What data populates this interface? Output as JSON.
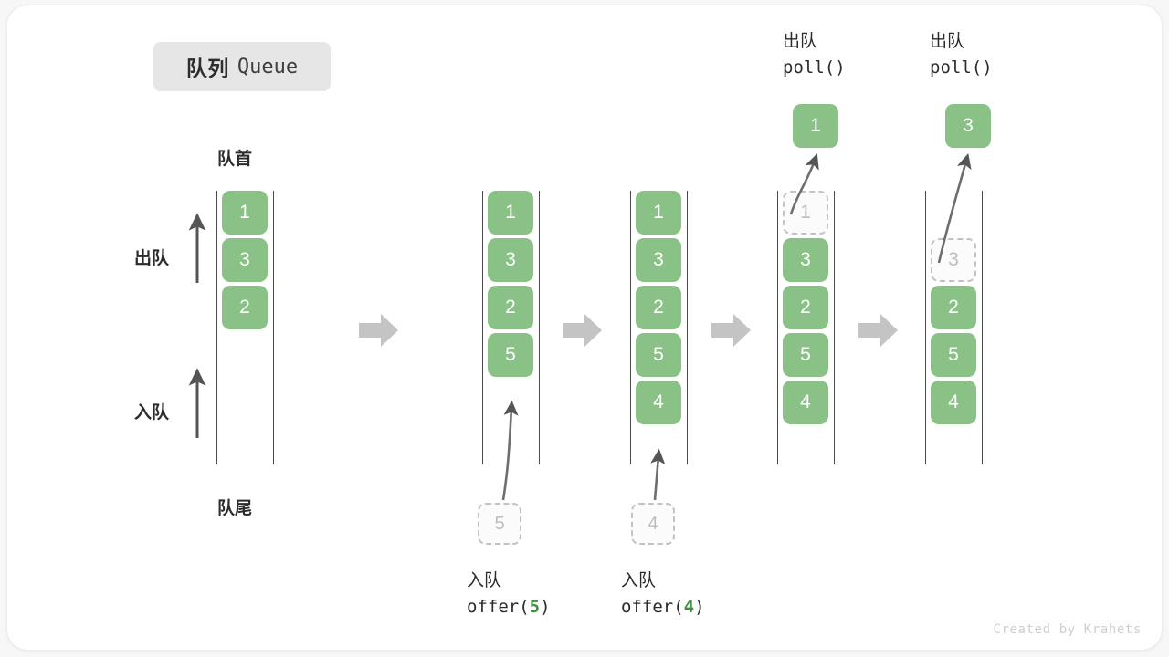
{
  "title": {
    "cn": "队列",
    "en": "Queue"
  },
  "labels": {
    "head": "队首",
    "tail": "队尾",
    "dequeue": "出队",
    "enqueue": "入队"
  },
  "watermark": "Created by Krahets",
  "colors": {
    "element_green": "#8ac186",
    "ghost_border": "#c2c2c2",
    "ghost_text": "#bdbdbd",
    "rail": "#4a4a4a",
    "step_arrow": "#c4c4c4",
    "badge_bg": "#e6e6e6",
    "code_accent": "#3f9142",
    "text": "#2b2b2b"
  },
  "operations": [
    {
      "name_cn": "入队",
      "call_prefix": "offer(",
      "call_value": "5",
      "call_suffix": ")"
    },
    {
      "name_cn": "入队",
      "call_prefix": "offer(",
      "call_value": "4",
      "call_suffix": ")"
    },
    {
      "name_cn": "出队",
      "call_prefix": "poll(",
      "call_value": "",
      "call_suffix": ")"
    },
    {
      "name_cn": "出队",
      "call_prefix": "poll(",
      "call_value": "",
      "call_suffix": ")"
    }
  ],
  "columns": [
    {
      "id": "state-initial",
      "slots": [
        {
          "value": "1",
          "state": "filled"
        },
        {
          "value": "3",
          "state": "filled"
        },
        {
          "value": "2",
          "state": "filled"
        }
      ],
      "popped": null,
      "incoming": null
    },
    {
      "id": "state-after-offer-5",
      "slots": [
        {
          "value": "1",
          "state": "filled"
        },
        {
          "value": "3",
          "state": "filled"
        },
        {
          "value": "2",
          "state": "filled"
        },
        {
          "value": "5",
          "state": "filled"
        }
      ],
      "popped": null,
      "incoming": "5"
    },
    {
      "id": "state-after-offer-4",
      "slots": [
        {
          "value": "1",
          "state": "filled"
        },
        {
          "value": "3",
          "state": "filled"
        },
        {
          "value": "2",
          "state": "filled"
        },
        {
          "value": "5",
          "state": "filled"
        },
        {
          "value": "4",
          "state": "filled"
        }
      ],
      "popped": null,
      "incoming": "4"
    },
    {
      "id": "state-poll-1",
      "slots": [
        {
          "value": "1",
          "state": "ghost"
        },
        {
          "value": "3",
          "state": "filled"
        },
        {
          "value": "2",
          "state": "filled"
        },
        {
          "value": "5",
          "state": "filled"
        },
        {
          "value": "4",
          "state": "filled"
        }
      ],
      "popped": "1",
      "incoming": null
    },
    {
      "id": "state-poll-3",
      "slots": [
        {
          "value": "",
          "state": "empty"
        },
        {
          "value": "3",
          "state": "ghost"
        },
        {
          "value": "2",
          "state": "filled"
        },
        {
          "value": "5",
          "state": "filled"
        },
        {
          "value": "4",
          "state": "filled"
        }
      ],
      "popped": "3",
      "incoming": null
    }
  ]
}
